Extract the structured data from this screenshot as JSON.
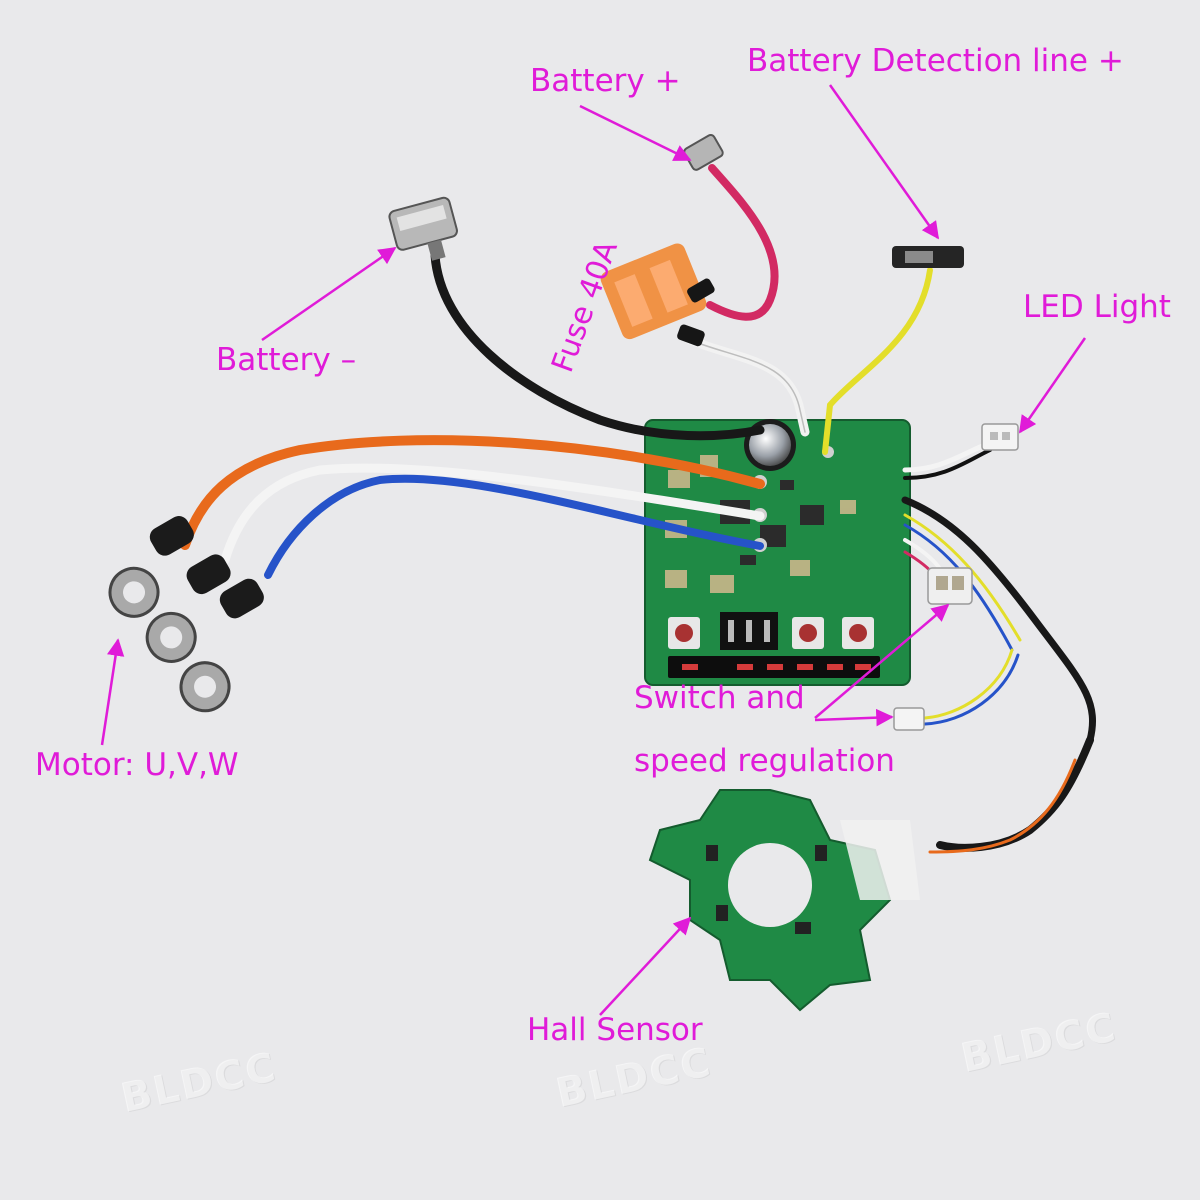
{
  "labels": {
    "battery_plus": "Battery +",
    "battery_detection": "Battery Detection  line +",
    "battery_minus": "Battery  –",
    "fuse": "Fuse 40A",
    "led_light": "LED Light",
    "motor": "Motor: U,V,W",
    "switch_line1": "Switch and",
    "switch_line2": "speed regulation",
    "hall_sensor": "Hall Sensor"
  },
  "watermark": "BLDCC",
  "colors": {
    "label": "#e01bd8",
    "pcb": "#1f8a45",
    "wire_red": "#d22a63",
    "wire_orange": "#e86a1c",
    "wire_blue": "#2653c9",
    "wire_yellow": "#e3de2a",
    "fuse": "#f08a36"
  }
}
